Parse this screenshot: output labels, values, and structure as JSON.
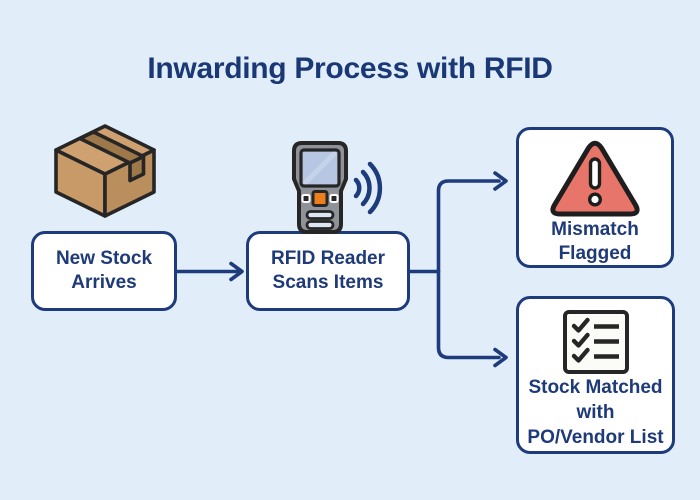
{
  "title": "Inwarding Process with RFID",
  "nodes": {
    "new_stock": {
      "lines": [
        "New Stock",
        "Arrives"
      ],
      "icon": "cardboard-box"
    },
    "rfid_reader": {
      "lines": [
        "RFID Reader",
        "Scans Items"
      ],
      "icon": "rfid-handheld-scanner"
    },
    "mismatch": {
      "lines": [
        "Mismatch",
        "Flagged"
      ],
      "icon": "warning-triangle"
    },
    "stock_matched": {
      "lines": [
        "Stock Matched",
        "with",
        "PO/Vendor List"
      ],
      "icon": "checklist"
    }
  },
  "edges": [
    {
      "from": "new_stock",
      "to": "rfid_reader"
    },
    {
      "from": "rfid_reader",
      "to": "mismatch"
    },
    {
      "from": "rfid_reader",
      "to": "stock_matched"
    }
  ],
  "colors": {
    "background": "#e1eef9",
    "navy": "#1e3b7c",
    "title_navy": "#1b3876",
    "node_fill": "#ffffff",
    "alert_red": "#e8756a",
    "carton_tan_top": "#cfa170",
    "carton_tan_left": "#c79a68",
    "carton_tan_right": "#bb8e5e",
    "carton_tape": "#9f7849",
    "device_gray": "#8f9399",
    "device_screen_blue": "#b7c6e2",
    "device_button_orange": "#ea7f1c",
    "outline_dark": "#262626"
  }
}
